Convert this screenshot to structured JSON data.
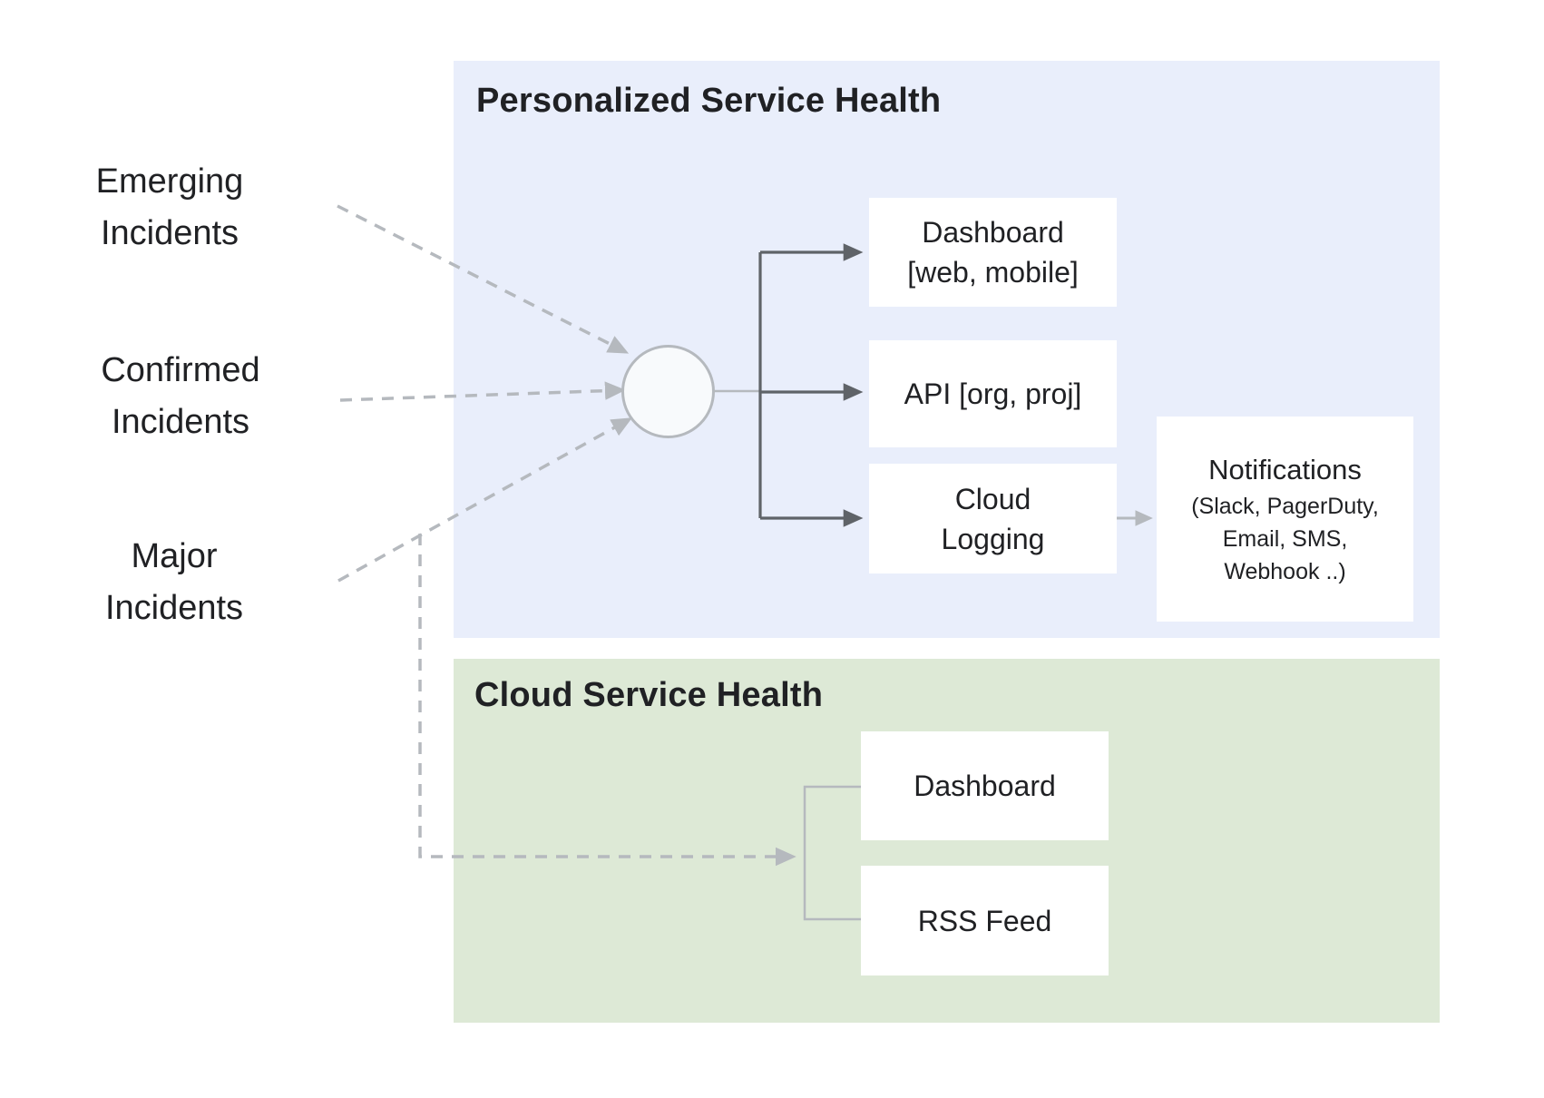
{
  "colors": {
    "panel-blue": "#e9eefb",
    "panel-green": "#dde9d6",
    "node-fill": "#ffffff",
    "hub-fill": "#f8fafc",
    "text-dark": "#202124",
    "line-light": "#b5b9be",
    "line-dark": "#5f6368"
  },
  "inputs": {
    "emerging": "Emerging\nIncidents",
    "confirmed": "Confirmed\nIncidents",
    "major": "Major\nIncidents"
  },
  "personalized_service_health": {
    "title": "Personalized Service Health",
    "nodes": {
      "dashboard": "Dashboard\n[web, mobile]",
      "api": "API [org, proj]",
      "cloud_logging": "Cloud\nLogging",
      "notifications_title": "Notifications",
      "notifications_channels": "(Slack, PagerDuty,\nEmail, SMS,\nWebhook ..)"
    }
  },
  "cloud_service_health": {
    "title": "Cloud Service Health",
    "nodes": {
      "dashboard": "Dashboard",
      "rss_feed": "RSS Feed"
    }
  }
}
